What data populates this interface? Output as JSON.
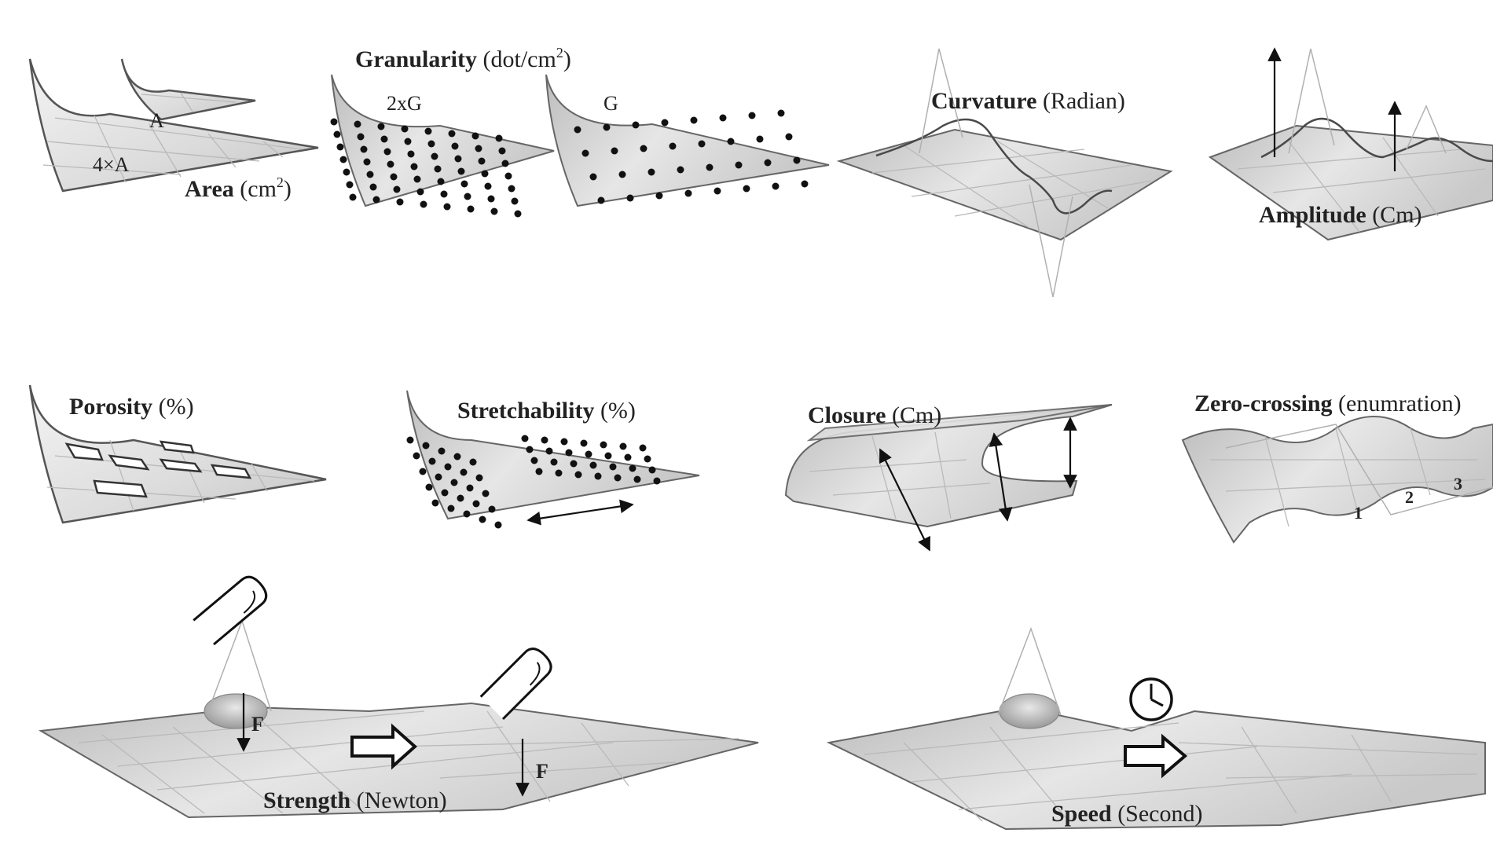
{
  "labels": {
    "area": {
      "name": "Area",
      "unit": "(cm",
      "sup": "2",
      "close": ")"
    },
    "area_small": "A",
    "area_large": "4×A",
    "granularity": {
      "name": "Granularity",
      "unit": "(dot/cm",
      "sup": "2",
      "close": ")"
    },
    "gran_dense": "2xG",
    "gran_sparse": "G",
    "curvature": {
      "name": "Curvature",
      "unit": "(Radian)"
    },
    "amplitude": {
      "name": "Amplitude",
      "unit": "(Cm)"
    },
    "porosity": {
      "name": "Porosity",
      "unit": "(%)"
    },
    "stretchability": {
      "name": "Stretchability",
      "unit": "(%)"
    },
    "closure": {
      "name": "Closure",
      "unit": "(Cm)"
    },
    "zero_crossing": {
      "name": "Zero-crossing",
      "unit": "(enumration)"
    },
    "zero_marks": [
      "1",
      "2",
      "3"
    ],
    "strength": {
      "name": "Strength",
      "unit": "(Newton)"
    },
    "force": "F",
    "speed": {
      "name": "Speed",
      "unit": "(Second)"
    }
  },
  "colors": {
    "sheet_light": "#f2f2f2",
    "sheet_dark": "#b8b8b8",
    "edge": "#4a4a4a",
    "ink": "#111111"
  },
  "icons": [
    "finger-icon",
    "clock-icon",
    "hollow-arrow-icon",
    "double-arrow-icon"
  ]
}
